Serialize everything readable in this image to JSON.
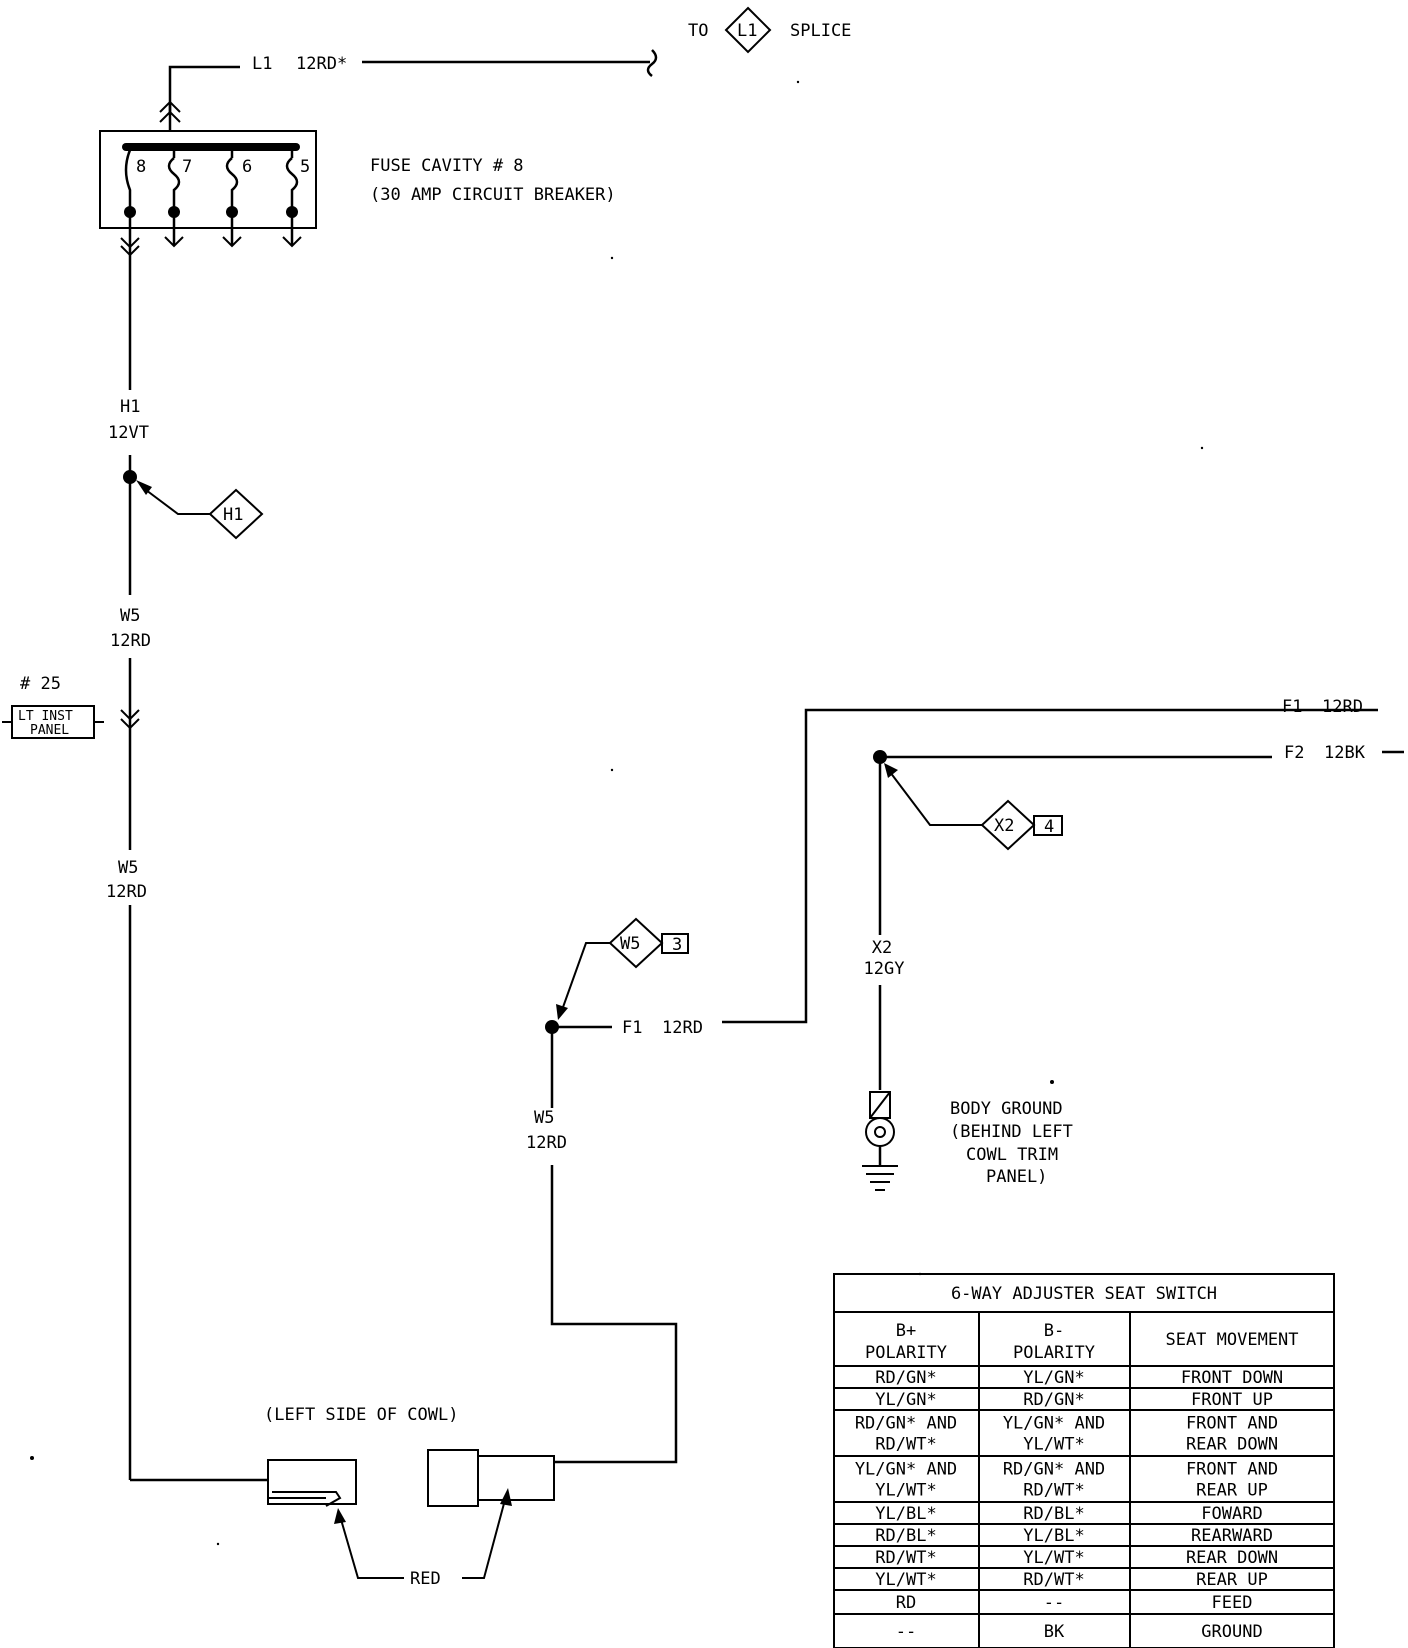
{
  "splice_ref": {
    "to": "TO",
    "id": "L1",
    "label": "SPLICE"
  },
  "wires": {
    "l1": {
      "circuit": "L1",
      "gauge": "12RD*"
    },
    "h1": {
      "circuit": "H1",
      "gauge": "12VT"
    },
    "w5_a": {
      "circuit": "W5",
      "gauge": "12RD"
    },
    "w5_b": {
      "circuit": "W5",
      "gauge": "12RD"
    },
    "w5_c": {
      "circuit": "W5",
      "gauge": "12RD"
    },
    "f1_mid": {
      "circuit": "F1",
      "gauge": "12RD"
    },
    "f1_top": {
      "circuit": "F1",
      "gauge": "12RD"
    },
    "f2_top": {
      "circuit": "F2",
      "gauge": "12BK"
    },
    "x2": {
      "circuit": "X2",
      "gauge": "12GY"
    }
  },
  "fuse": {
    "line1": "FUSE CAVITY # 8",
    "line2": "(30 AMP CIRCUIT BREAKER)",
    "terminals": [
      "8",
      "7",
      "6",
      "5"
    ]
  },
  "splices": {
    "h1": {
      "id": "H1"
    },
    "x2": {
      "id": "X2",
      "num": "4"
    },
    "w5": {
      "id": "W5",
      "num": "3"
    }
  },
  "connector_25": {
    "num": "# 25",
    "line1": "LT INST",
    "line2": "PANEL"
  },
  "body_ground": {
    "line1": "BODY GROUND",
    "line2": "(BEHIND LEFT",
    "line3": "COWL TRIM",
    "line4": "PANEL)"
  },
  "cowl": {
    "location": "(LEFT SIDE OF COWL)",
    "color": "RED"
  },
  "table": {
    "title": "6-WAY ADJUSTER SEAT SWITCH",
    "headers": [
      [
        "B+",
        "POLARITY"
      ],
      [
        "B-",
        "POLARITY"
      ],
      [
        "SEAT MOVEMENT"
      ]
    ],
    "rows": [
      [
        [
          "RD/GN*"
        ],
        [
          "YL/GN*"
        ],
        [
          "FRONT DOWN"
        ]
      ],
      [
        [
          "YL/GN*"
        ],
        [
          "RD/GN*"
        ],
        [
          "FRONT UP"
        ]
      ],
      [
        [
          "RD/GN* AND",
          "RD/WT*"
        ],
        [
          "YL/GN* AND",
          "YL/WT*"
        ],
        [
          "FRONT AND",
          "REAR DOWN"
        ]
      ],
      [
        [
          "YL/GN* AND",
          "YL/WT*"
        ],
        [
          "RD/GN* AND",
          "RD/WT*"
        ],
        [
          "FRONT AND",
          "REAR UP"
        ]
      ],
      [
        [
          "YL/BL*"
        ],
        [
          "RD/BL*"
        ],
        [
          "FOWARD"
        ]
      ],
      [
        [
          "RD/BL*"
        ],
        [
          "YL/BL*"
        ],
        [
          "REARWARD"
        ]
      ],
      [
        [
          "RD/WT*"
        ],
        [
          "YL/WT*"
        ],
        [
          "REAR DOWN"
        ]
      ],
      [
        [
          "YL/WT*"
        ],
        [
          "RD/WT*"
        ],
        [
          "REAR UP"
        ]
      ],
      [
        [
          "RD"
        ],
        [
          "--"
        ],
        [
          "FEED"
        ]
      ],
      [
        [
          "--"
        ],
        [
          "BK"
        ],
        [
          "GROUND"
        ]
      ]
    ]
  }
}
